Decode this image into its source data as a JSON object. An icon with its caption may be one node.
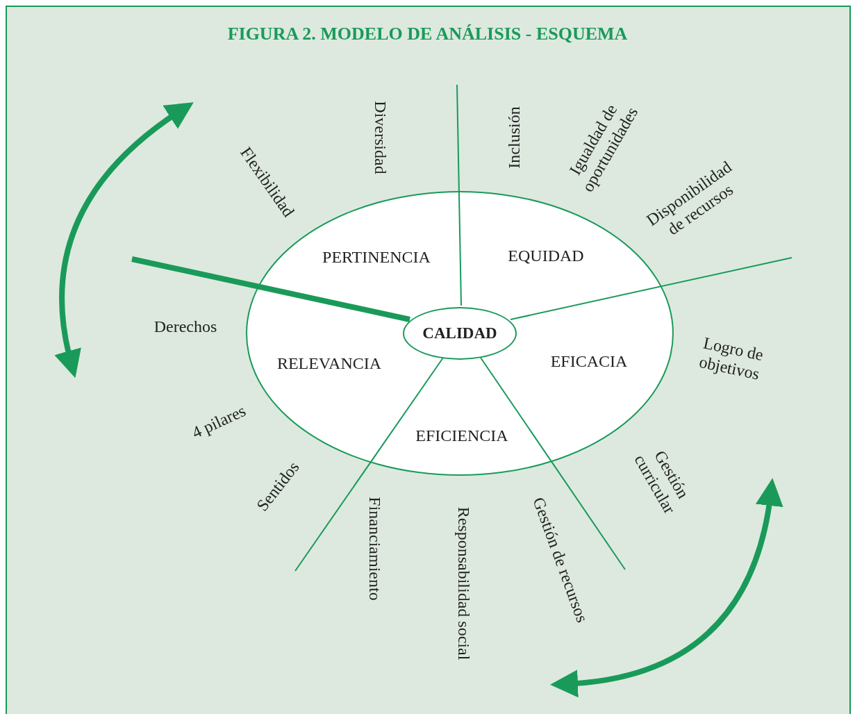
{
  "diagram": {
    "title": "FIGURA 2. MODELO DE ANÁLISIS - ESQUEMA",
    "nodes": [
      {
        "text": [],
        "shape": "ellipse"
      },
      {
        "text": [
          "CALIDAD"
        ],
        "in": 0
      }
    ],
    "labels": [
      "Flexibilidad",
      "Diversidad",
      "Inclusión",
      "Igualdad de oportunidades",
      "Disponibilidad de recursos",
      "PERTINENCIA",
      "EQUIDAD",
      "Derechos",
      "RELEVANCIA",
      "EFICACIA",
      "Logro de objetivos",
      "EFICIENCIA",
      "4 pilares",
      "Sentidos",
      "Gestión curricular",
      "Financiamiento",
      "Responsabilidad social",
      "Gestión de recursos"
    ]
  }
}
